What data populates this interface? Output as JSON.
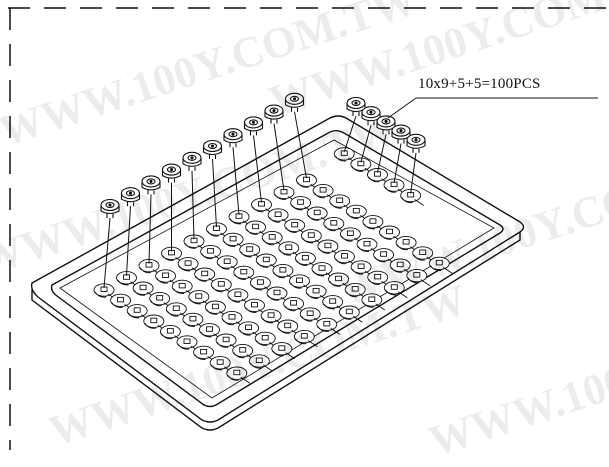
{
  "diagram": {
    "quantity_label": "10x9+5+5=100PCS",
    "watermark": "WWW.100Y.COM.TW",
    "tray": {
      "rows": 9,
      "columns": 10,
      "extra_rows": [
        5,
        5
      ],
      "total": 100
    },
    "line_color": "#111111"
  }
}
